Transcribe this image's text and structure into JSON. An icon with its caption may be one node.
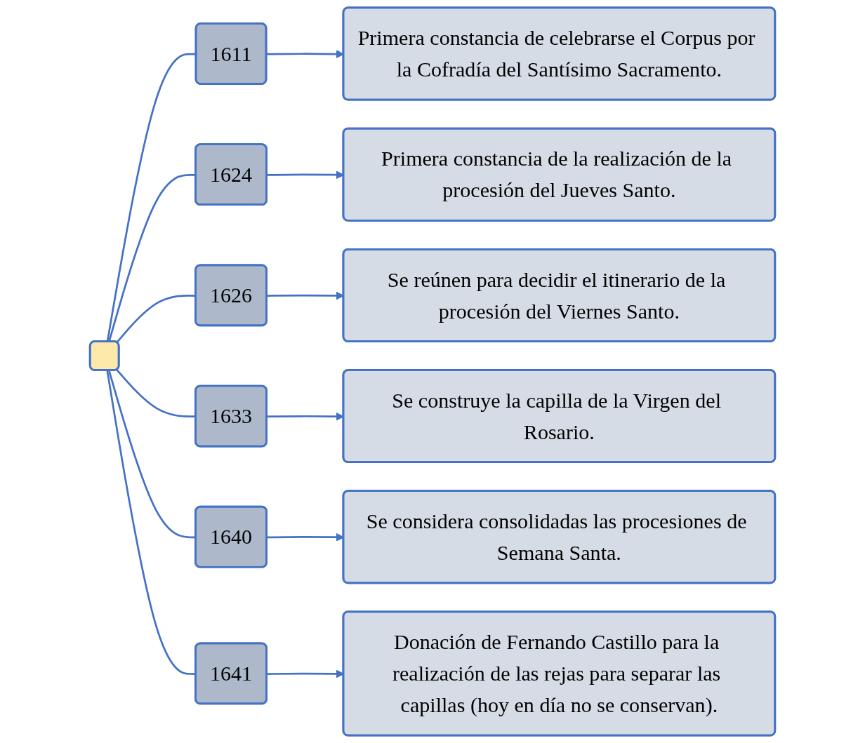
{
  "diagram": {
    "nodes": [
      {
        "text": [],
        "shape": "box"
      },
      {
        "text": [
          "1611"
        ]
      },
      {
        "text": [
          "Primera constancia de celebrarse el Corpus por la Cofradía del Santísimo Sacramento."
        ]
      },
      {
        "text": [
          "1624"
        ]
      },
      {
        "text": [
          "Primera constancia de la realización de la procesión del Jueves Santo."
        ]
      },
      {
        "text": [
          "1626"
        ]
      },
      {
        "text": [
          "Se reúnen para decidir el itinerario de la procesión del Viernes Santo."
        ]
      },
      {
        "text": [
          "1633"
        ]
      },
      {
        "text": [
          "Se construye la capilla de la Virgen del Rosario."
        ]
      },
      {
        "text": [
          "1640"
        ]
      },
      {
        "text": [
          "Se considera consolidadas las procesiones de Semana Santa."
        ]
      },
      {
        "text": [
          "1641"
        ]
      },
      {
        "text": [
          "Donación de Fernando Castillo para la realización de las rejas para separar las capillas (hoy en día no se conservan)."
        ]
      }
    ],
    "edges": [
      {
        "from": 0,
        "to": 1,
        "arrow": "none"
      },
      {
        "from": 0,
        "to": 3,
        "arrow": "none"
      },
      {
        "from": 0,
        "to": 5,
        "arrow": "none"
      },
      {
        "from": 0,
        "to": 7,
        "arrow": "none"
      },
      {
        "from": 0,
        "to": 9,
        "arrow": "none"
      },
      {
        "from": 0,
        "to": 11,
        "arrow": "none"
      },
      {
        "from": 1,
        "to": 2,
        "arrow": "to"
      },
      {
        "from": 3,
        "to": 4,
        "arrow": "to"
      },
      {
        "from": 5,
        "to": 6,
        "arrow": "to"
      },
      {
        "from": 7,
        "to": 8,
        "arrow": "to"
      },
      {
        "from": 9,
        "to": 10,
        "arrow": "to"
      },
      {
        "from": 11,
        "to": 12,
        "arrow": "to"
      }
    ]
  }
}
